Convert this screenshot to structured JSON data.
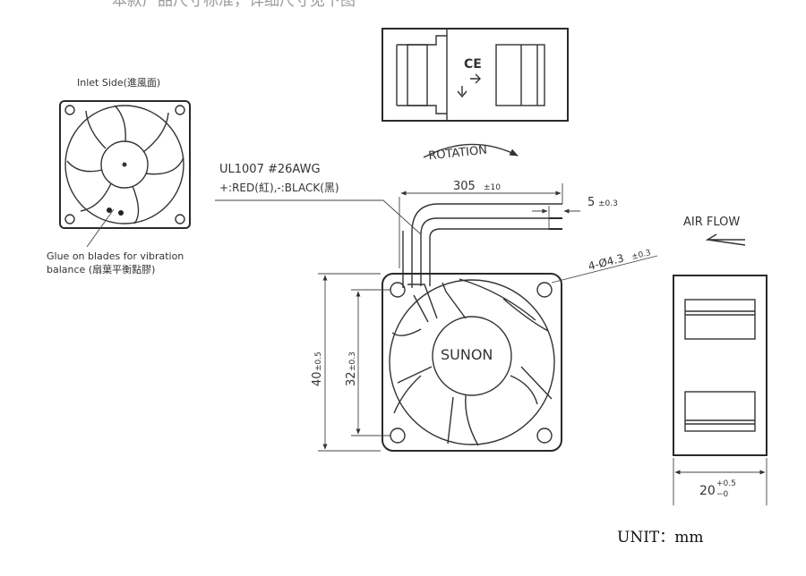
{
  "header_partial": "本款产品尺寸标准，详细尺寸见下图",
  "inlet": {
    "title": "Inlet  Side(進風面)",
    "glue_note_line1": "Glue  on  blades  for  vibration",
    "glue_note_line2": "balance  (扇葉平衡點膠)"
  },
  "side_view": {
    "ce_mark": "CE",
    "rotation_label": "ROTATION"
  },
  "wire": {
    "spec": "UL1007  #26AWG",
    "colors": "+:RED(紅),-:BLACK(黑)"
  },
  "dimensions": {
    "lead_length": "305",
    "lead_length_tol": "±10",
    "strip_length": "5",
    "strip_length_tol": "±0.3",
    "holes": "4-Ø4.3",
    "holes_tol": "±0.3",
    "frame_size": "40",
    "frame_size_tol": "±0.5",
    "hole_pitch": "32",
    "hole_pitch_tol": "±0.3",
    "depth": "20",
    "depth_tol_plus": "+0.5",
    "depth_tol_minus": "−0"
  },
  "front_view": {
    "brand": "SUNON"
  },
  "airflow_label": "AIR  FLOW",
  "unit_label": "UNIT：mm"
}
